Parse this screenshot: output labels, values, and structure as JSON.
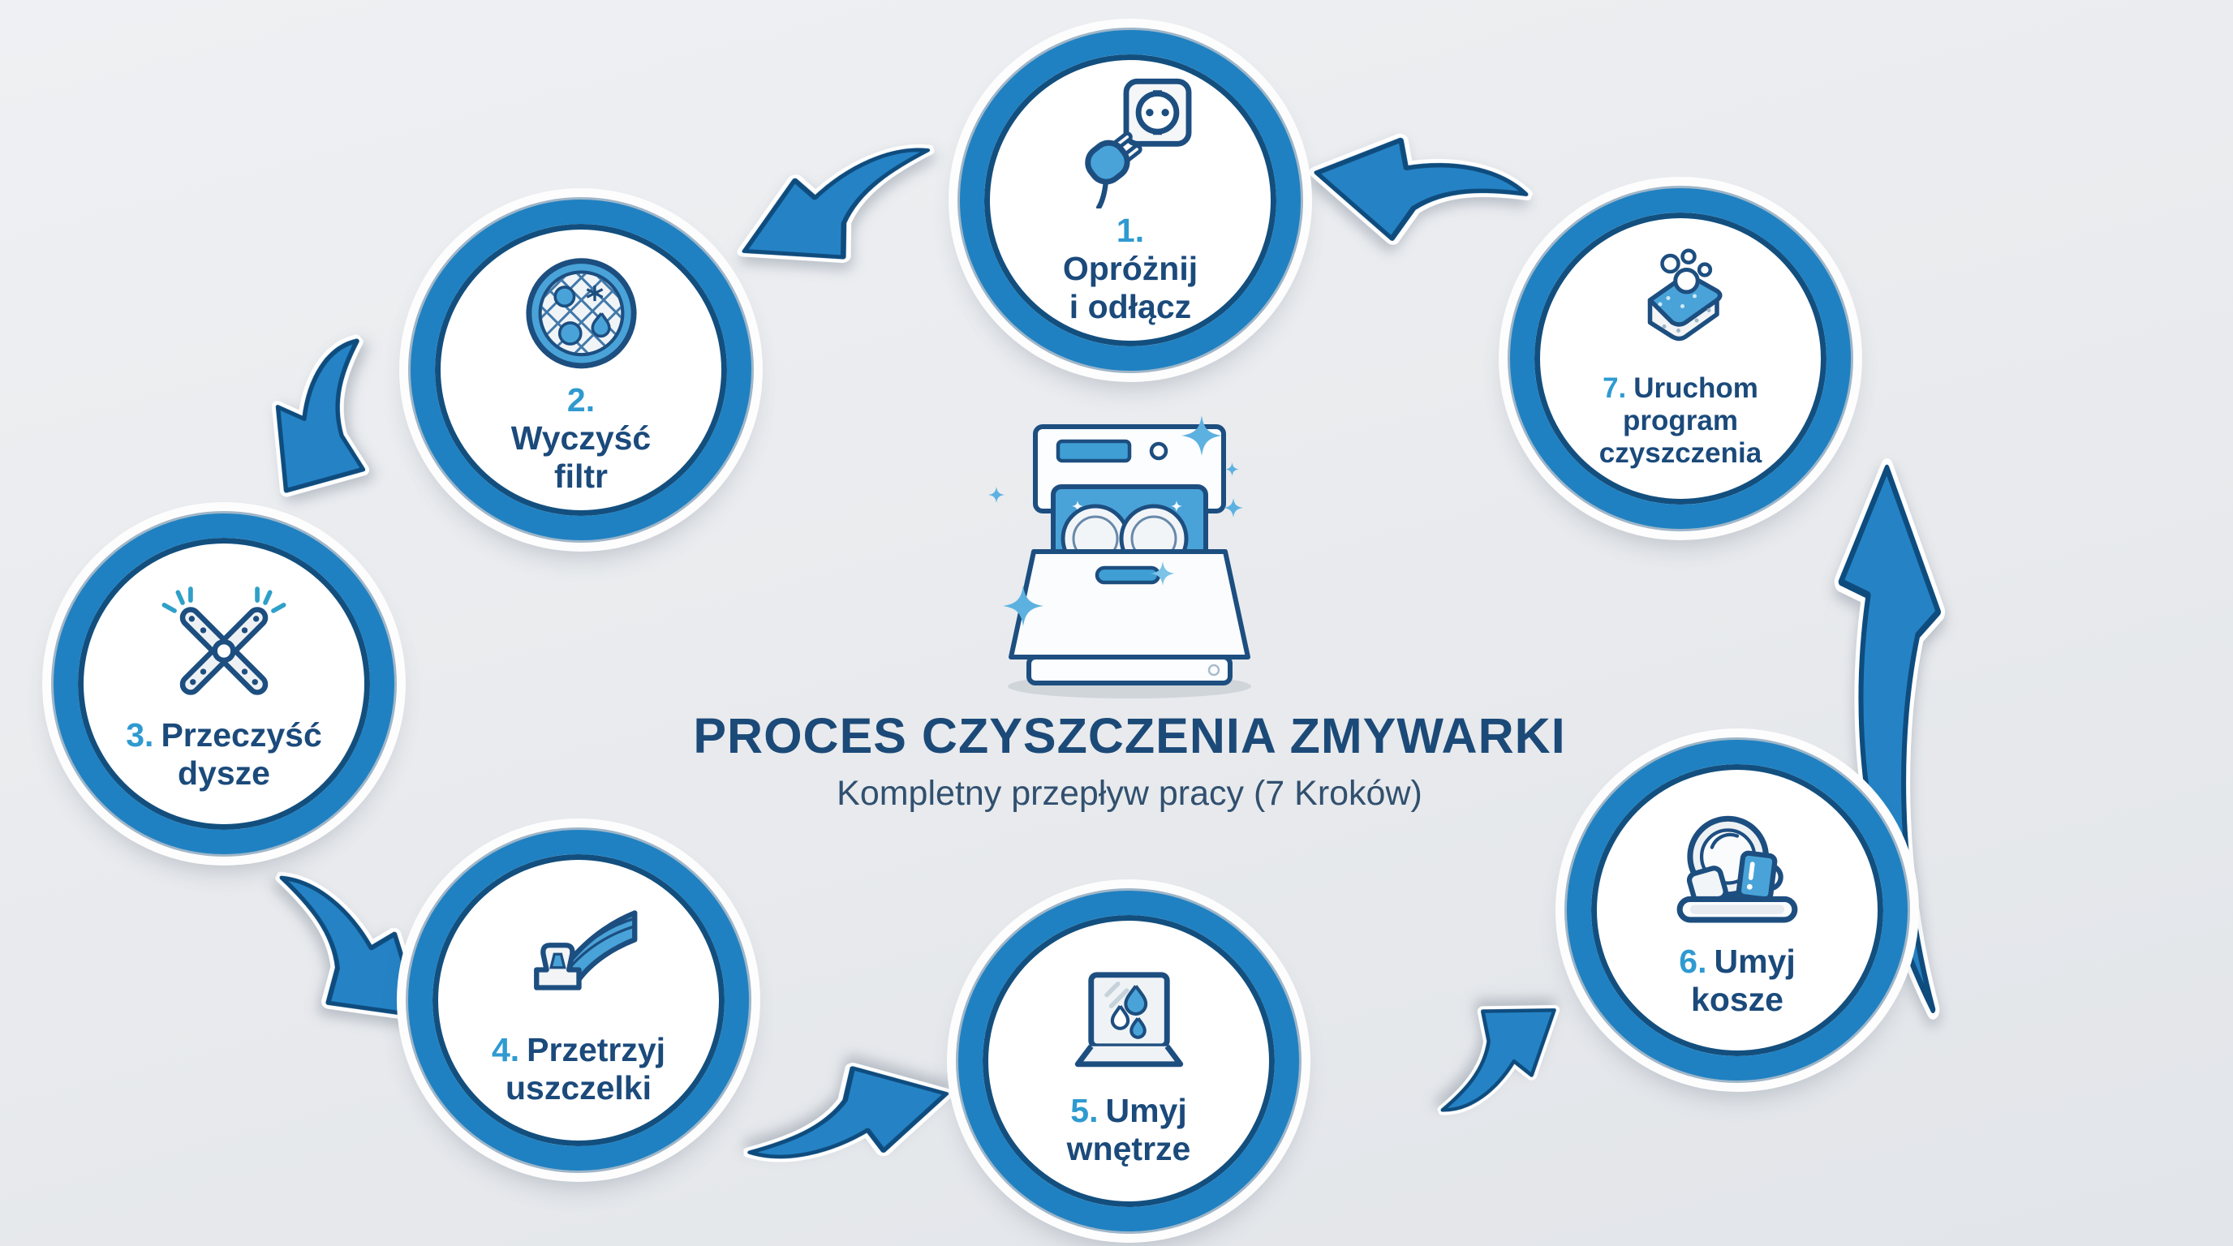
{
  "background_color": "#e9ebee",
  "title": "PROCES CZYSZCZENIA ZMYWARKI",
  "subtitle": "Kompletny przepływ pracy (7 Kroków)",
  "colors": {
    "ring_blue": "#1f81c2",
    "ring_edge_navy": "#134f7e",
    "number_light_blue": "#2f9ad0",
    "label_navy": "#1b4a7b",
    "title_navy": "#1c4a78",
    "arrow_blue": "#2583c5",
    "icon_navy": "#1d4e80",
    "icon_light_blue": "#49a3d8"
  },
  "center": {
    "icon": "dishwasher-icon"
  },
  "flow": "circular-loop",
  "steps": [
    {
      "number": "1.",
      "label": "Opróżnij\ni odłącz",
      "icon": "plug-socket-icon"
    },
    {
      "number": "2.",
      "label": "Wyczyść\nfiltr",
      "icon": "filter-icon"
    },
    {
      "number": "3.",
      "label": "Przeczyść\ndysze",
      "icon": "spray-arms-icon"
    },
    {
      "number": "4.",
      "label": "Przetrzyj\nuszczelki",
      "icon": "gasket-icon"
    },
    {
      "number": "5.",
      "label": "Umyj\nwnętrze",
      "icon": "interior-icon"
    },
    {
      "number": "6.",
      "label": "Umyj\nkosze",
      "icon": "dish-rack-icon"
    },
    {
      "number": "7.",
      "label": "Uruchom\nprogram\nczyszczenia",
      "icon": "sponge-icon"
    }
  ],
  "arrows": [
    {
      "from": 7,
      "to": 1
    },
    {
      "from": 1,
      "to": 2
    },
    {
      "from": 2,
      "to": 3
    },
    {
      "from": 3,
      "to": 4
    },
    {
      "from": 4,
      "to": 5
    },
    {
      "from": 5,
      "to": 6
    },
    {
      "from": 6,
      "to": 7
    }
  ]
}
